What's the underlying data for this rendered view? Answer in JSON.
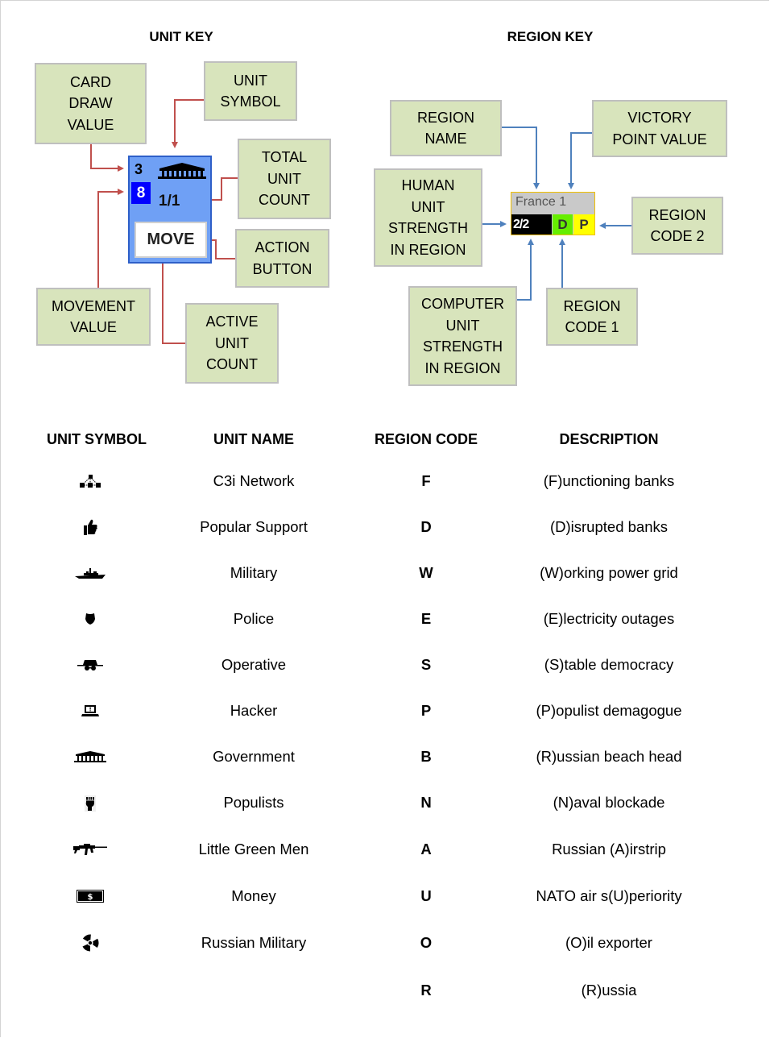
{
  "unit_key": {
    "title": "UNIT KEY",
    "callouts": {
      "card_draw_value": "CARD\nDRAW\nVALUE",
      "unit_symbol": "UNIT\nSYMBOL",
      "total_unit_count": "TOTAL\nUNIT\nCOUNT",
      "action_button": "ACTION\nBUTTON",
      "movement_value": "MOVEMENT\nVALUE",
      "active_unit_count": "ACTIVE\nUNIT\nCOUNT"
    },
    "sample_card": {
      "card_draw_value": "3",
      "movement_value": "8",
      "unit_count": "1/1",
      "symbol": "government-icon",
      "action_label": "MOVE"
    },
    "colors": {
      "card_bg": "#6fa0f5",
      "card_border": "#2e5fc8",
      "movement_bg": "#0000ff",
      "arrow": "#c0504d"
    }
  },
  "region_key": {
    "title": "REGION KEY",
    "callouts": {
      "region_name": "REGION\nNAME",
      "victory_point_value": "VICTORY\nPOINT VALUE",
      "human_unit_strength": "HUMAN\nUNIT\nSTRENGTH\nIN REGION",
      "region_code_2": "REGION\nCODE 2",
      "computer_unit_strength": "COMPUTER\nUNIT\nSTRENGTH\nIN REGION",
      "region_code_1": "REGION\nCODE 1"
    },
    "sample_region": {
      "name": "France 1",
      "strength": "2/2",
      "code1": "D",
      "code2": "P"
    },
    "colors": {
      "code1_bg": "#66ee00",
      "code2_bg": "#ffff00",
      "name_bg": "#c9c9c9",
      "arrow": "#4f81bd"
    }
  },
  "legend": {
    "headers": {
      "unit_symbol": "UNIT SYMBOL",
      "unit_name": "UNIT NAME",
      "region_code": "REGION CODE",
      "description": "DESCRIPTION"
    },
    "units": [
      {
        "icon": "network-icon",
        "name": "C3i Network"
      },
      {
        "icon": "thumbs-up-icon",
        "name": "Popular Support"
      },
      {
        "icon": "warship-icon",
        "name": "Military"
      },
      {
        "icon": "police-badge-icon",
        "name": "Police"
      },
      {
        "icon": "spy-hat-icon",
        "name": "Operative"
      },
      {
        "icon": "laptop-icon",
        "name": "Hacker"
      },
      {
        "icon": "government-icon",
        "name": "Government"
      },
      {
        "icon": "raised-fist-icon",
        "name": "Populists"
      },
      {
        "icon": "rifle-icon",
        "name": "Little Green Men"
      },
      {
        "icon": "money-icon",
        "name": "Money"
      },
      {
        "icon": "radiation-icon",
        "name": "Russian Military"
      }
    ],
    "regions": [
      {
        "code": "F",
        "description": "(F)unctioning banks"
      },
      {
        "code": "D",
        "description": "(D)isrupted banks"
      },
      {
        "code": "W",
        "description": "(W)orking power grid"
      },
      {
        "code": "E",
        "description": "(E)lectricity outages"
      },
      {
        "code": "S",
        "description": "(S)table democracy"
      },
      {
        "code": "P",
        "description": "(P)opulist demagogue"
      },
      {
        "code": "B",
        "description": "(R)ussian beach head"
      },
      {
        "code": "N",
        "description": "(N)aval blockade"
      },
      {
        "code": "A",
        "description": "Russian (A)irstrip"
      },
      {
        "code": "U",
        "description": "NATO air s(U)periority"
      },
      {
        "code": "O",
        "description": "(O)il exporter"
      },
      {
        "code": "R",
        "description": "(R)ussia"
      }
    ]
  }
}
